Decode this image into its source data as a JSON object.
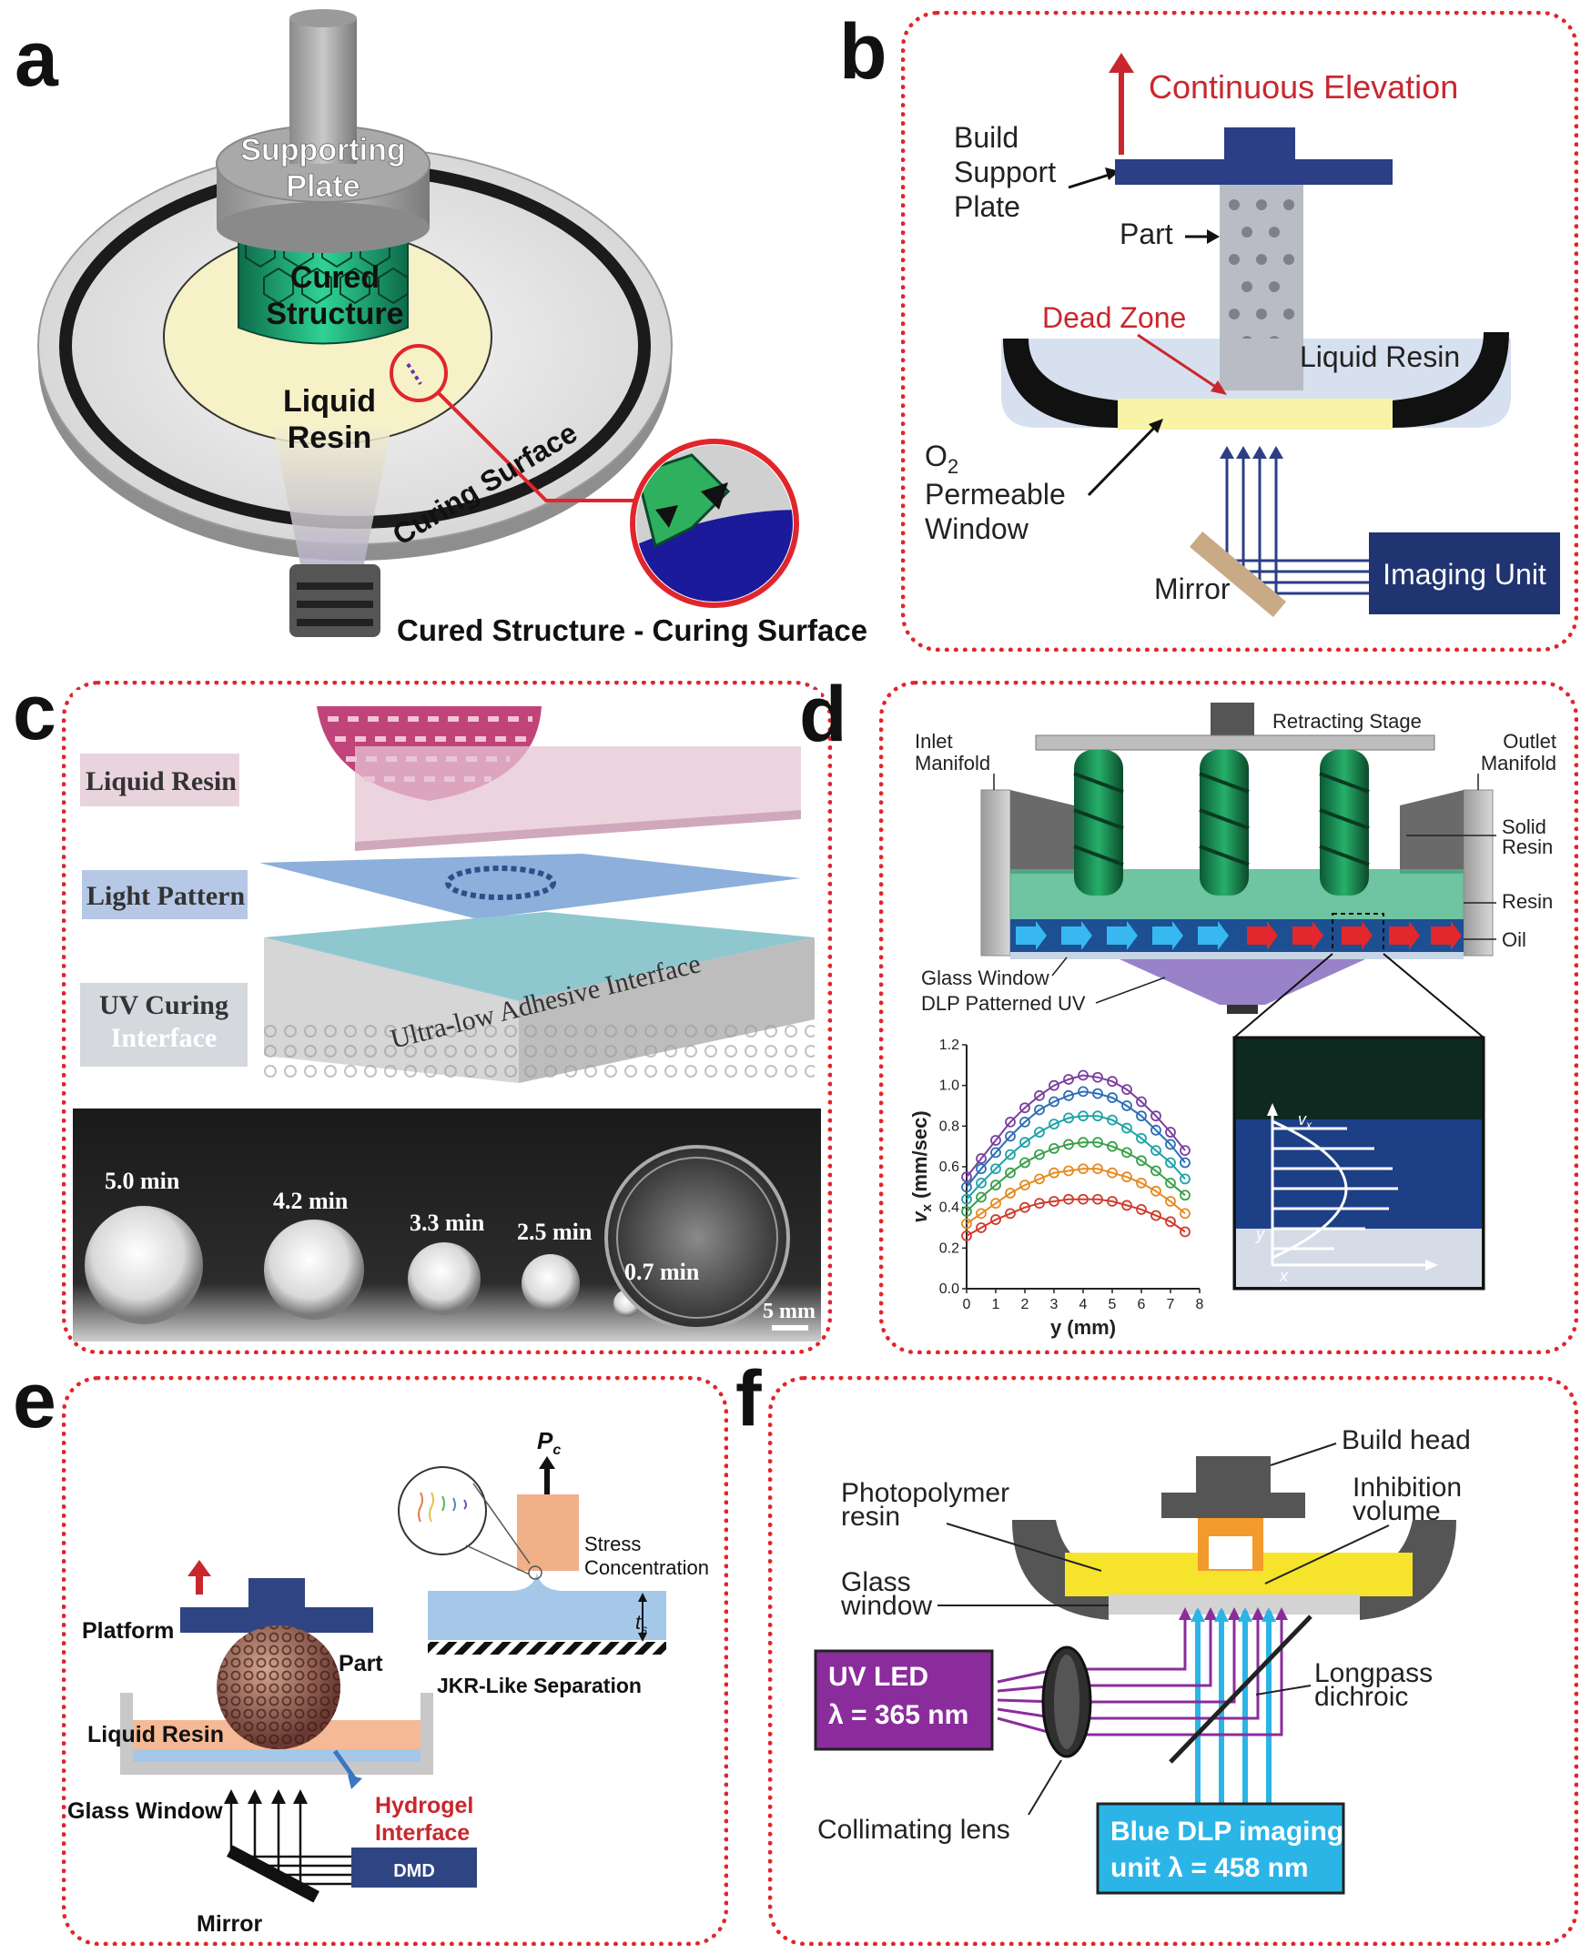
{
  "panels": {
    "a": {
      "letter": "a",
      "supporting_plate": [
        "Supporting",
        "Plate"
      ],
      "cured_structure": [
        "Cured",
        "Structure"
      ],
      "liquid_resin": [
        "Liquid",
        "Resin"
      ],
      "curing_surface": "Curing Surface",
      "caption": "Cured Structure - Curing Surface"
    },
    "b": {
      "letter": "b",
      "continuous_elevation": "Continuous Elevation",
      "build_support_plate": [
        "Build",
        "Support",
        "Plate"
      ],
      "part": "Part",
      "dead_zone": "Dead Zone",
      "liquid_resin": "Liquid Resin",
      "o2_window": [
        "O",
        "2",
        "Permeable",
        "Window"
      ],
      "mirror": "Mirror",
      "imaging_unit": "Imaging Unit"
    },
    "c": {
      "letter": "c",
      "liquid_resin": "Liquid Resin",
      "light_pattern": "Light Pattern",
      "uv_curing": [
        "UV Curing",
        "Interface"
      ],
      "ultra_low": "Ultra-low Adhesive Interface",
      "times": [
        "5.0 min",
        "4.2 min",
        "3.3 min",
        "2.5 min",
        "0.7 min"
      ],
      "scale": "5 mm"
    },
    "d": {
      "letter": "d",
      "retracting_stage": "Retracting Stage",
      "inlet": [
        "Inlet",
        "Manifold"
      ],
      "outlet": [
        "Outlet",
        "Manifold"
      ],
      "solid_resin": [
        "Solid",
        "Resin"
      ],
      "resin": "Resin",
      "oil": "Oil",
      "glass_window": "Glass Window",
      "dlp_uv": "DLP Patterned UV",
      "inset_vx": "v",
      "inset_vx_sub": "x",
      "inset_y": "y",
      "inset_x": "x"
    },
    "e": {
      "letter": "e",
      "pc": "P",
      "pc_sub": "c",
      "stress": [
        "Stress",
        "Concentration"
      ],
      "ts": "t",
      "ts_sub": "s",
      "jkr": "JKR-Like Separation",
      "platform": "Platform",
      "part": "Part",
      "liquid_resin": "Liquid Resin",
      "glass_window": "Glass Window",
      "hydrogel": [
        "Hydrogel",
        "Interface"
      ],
      "dmd": "DMD",
      "mirror": "Mirror"
    },
    "f": {
      "letter": "f",
      "build_head": "Build head",
      "inhibition": [
        "Inhibition",
        "volume"
      ],
      "photopolymer": [
        "Photopolymer",
        "resin"
      ],
      "glass": [
        "Glass",
        "window"
      ],
      "uv_led": [
        "UV LED",
        "λ = 365 nm"
      ],
      "longpass": [
        "Longpass",
        "dichroic"
      ],
      "collimating": "Collimating lens",
      "blue_dlp": [
        "Blue DLP imaging",
        "unit λ = 458 nm"
      ]
    }
  },
  "chart_data": {
    "type": "scatter",
    "xlabel": "y (mm)",
    "ylabel": "v",
    "ylabel_sub": "x",
    "ylabel_unit": " (mm/sec)",
    "xlim": [
      0,
      8
    ],
    "ylim": [
      0.0,
      1.2
    ],
    "xticks": [
      "0",
      "1",
      "2",
      "3",
      "4",
      "5",
      "6",
      "7",
      "8"
    ],
    "yticks": [
      "0.0",
      "0.2",
      "0.4",
      "0.6",
      "0.8",
      "1.0",
      "1.2"
    ],
    "x": [
      0,
      0.5,
      1,
      1.5,
      2,
      2.5,
      3,
      3.5,
      4,
      4.5,
      5,
      5.5,
      6,
      6.5,
      7,
      7.5
    ],
    "series": [
      {
        "color": "#7b3fa0",
        "values": [
          0.55,
          0.64,
          0.73,
          0.82,
          0.89,
          0.95,
          1.0,
          1.03,
          1.05,
          1.04,
          1.02,
          0.98,
          0.92,
          0.85,
          0.77,
          0.68
        ]
      },
      {
        "color": "#2c6fb5",
        "values": [
          0.5,
          0.59,
          0.67,
          0.75,
          0.82,
          0.88,
          0.92,
          0.95,
          0.97,
          0.96,
          0.94,
          0.9,
          0.85,
          0.78,
          0.71,
          0.62
        ]
      },
      {
        "color": "#1ea3a8",
        "values": [
          0.44,
          0.52,
          0.59,
          0.66,
          0.72,
          0.77,
          0.81,
          0.84,
          0.85,
          0.85,
          0.83,
          0.79,
          0.74,
          0.68,
          0.62,
          0.54
        ]
      },
      {
        "color": "#3aa04a",
        "values": [
          0.38,
          0.45,
          0.51,
          0.57,
          0.62,
          0.66,
          0.69,
          0.71,
          0.72,
          0.72,
          0.7,
          0.67,
          0.63,
          0.58,
          0.52,
          0.46
        ]
      },
      {
        "color": "#e58a22",
        "values": [
          0.32,
          0.37,
          0.42,
          0.47,
          0.51,
          0.54,
          0.57,
          0.58,
          0.59,
          0.59,
          0.57,
          0.55,
          0.52,
          0.48,
          0.43,
          0.37
        ]
      },
      {
        "color": "#d23b2c",
        "values": [
          0.26,
          0.3,
          0.34,
          0.37,
          0.4,
          0.42,
          0.43,
          0.44,
          0.44,
          0.44,
          0.43,
          0.41,
          0.39,
          0.36,
          0.33,
          0.28
        ]
      }
    ]
  }
}
